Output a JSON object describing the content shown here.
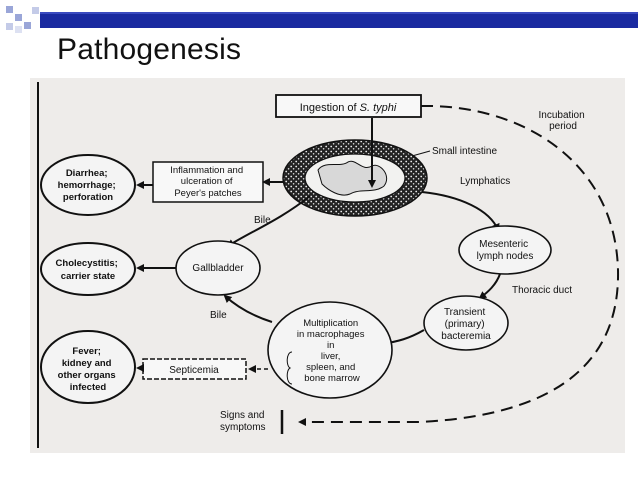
{
  "slide": {
    "title": "Pathogenesis",
    "colors": {
      "header_bar": "#1a2aa0",
      "header_squares": "#9aa6d8",
      "accent": "#1a2aa0"
    }
  },
  "diagram": {
    "ingestion_prefix": "Ingestion of ",
    "ingestion_organism": "S. typhi",
    "incubation_line1": "Incubation",
    "incubation_line2": "period",
    "small_intestine": "Small intestine",
    "lymphatics": "Lymphatics",
    "inflammation_lines": [
      "Inflammation and",
      "ulceration of",
      "Peyer's patches"
    ],
    "diarrhea_lines": [
      "Diarrhea;",
      "hemorrhage;",
      "perforation"
    ],
    "bile_top": "Bile",
    "gallbladder": "Gallbladder",
    "cholecystitis_lines": [
      "Cholecystitis;",
      "carrier state"
    ],
    "mesenteric_lines": [
      "Mesenteric",
      "lymph nodes"
    ],
    "thoracic_duct": "Thoracic duct",
    "transient_lines": [
      "Transient",
      "(primary)",
      "bacteremia"
    ],
    "bile_bottom": "Bile",
    "multiplication_lines": [
      "Multiplication",
      "in macrophages",
      "in",
      "liver,",
      "spleen, and",
      "bone marrow"
    ],
    "septicemia": "Septicemia",
    "fever_lines": [
      "Fever;",
      "kidney and",
      "other organs",
      "infected"
    ],
    "signs_lines": [
      "Signs and",
      "symptoms"
    ]
  }
}
